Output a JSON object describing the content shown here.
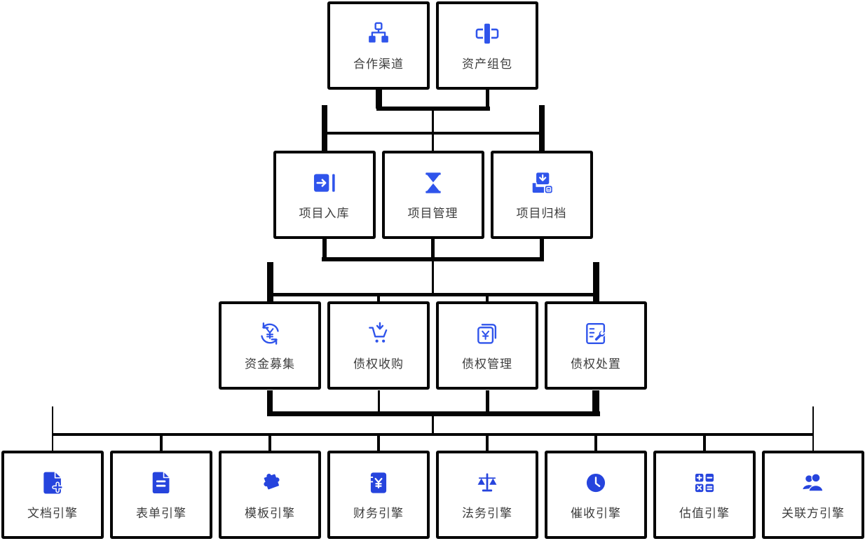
{
  "diagram": {
    "title": "",
    "rows": [
      {
        "name": "channel-row",
        "nodes": [
          {
            "name": "cooperation-channel",
            "label": "合作渠道",
            "icon": "sitemap-icon"
          },
          {
            "name": "asset-package",
            "label": "资产组包",
            "icon": "package-icon"
          }
        ]
      },
      {
        "name": "project-row",
        "nodes": [
          {
            "name": "project-intake",
            "label": "项目入库",
            "icon": "import-icon"
          },
          {
            "name": "project-management",
            "label": "项目管理",
            "icon": "hourglass-icon"
          },
          {
            "name": "project-archive",
            "label": "项目归档",
            "icon": "archive-icon"
          }
        ]
      },
      {
        "name": "debt-row",
        "nodes": [
          {
            "name": "fund-raising",
            "label": "资金募集",
            "icon": "fund-cycle-icon"
          },
          {
            "name": "debt-acquisition",
            "label": "债权收购",
            "icon": "cart-icon"
          },
          {
            "name": "debt-management",
            "label": "债权管理",
            "icon": "ledger-icon"
          },
          {
            "name": "debt-disposal",
            "label": "债权处置",
            "icon": "wrench-doc-icon"
          }
        ]
      },
      {
        "name": "engine-row",
        "nodes": [
          {
            "name": "document-engine",
            "label": "文档引擎",
            "icon": "file-add-icon"
          },
          {
            "name": "form-engine",
            "label": "表单引擎",
            "icon": "form-icon"
          },
          {
            "name": "template-engine",
            "label": "模板引擎",
            "icon": "puzzle-icon"
          },
          {
            "name": "finance-engine",
            "label": "财务引擎",
            "icon": "finance-book-icon"
          },
          {
            "name": "legal-engine",
            "label": "法务引擎",
            "icon": "scales-icon"
          },
          {
            "name": "collection-engine",
            "label": "催收引擎",
            "icon": "clock-icon"
          },
          {
            "name": "valuation-engine",
            "label": "估值引擎",
            "icon": "calculator-icon"
          },
          {
            "name": "related-party-engine",
            "label": "关联方引擎",
            "icon": "team-icon"
          }
        ]
      }
    ],
    "colors": {
      "icon_blue": "#2f54eb",
      "icon_blue_dark": "#2644dd",
      "connector_black": "#040404",
      "box_border": "#040404",
      "label_gray": "#3d3d3d",
      "background": "#ffffff"
    }
  }
}
